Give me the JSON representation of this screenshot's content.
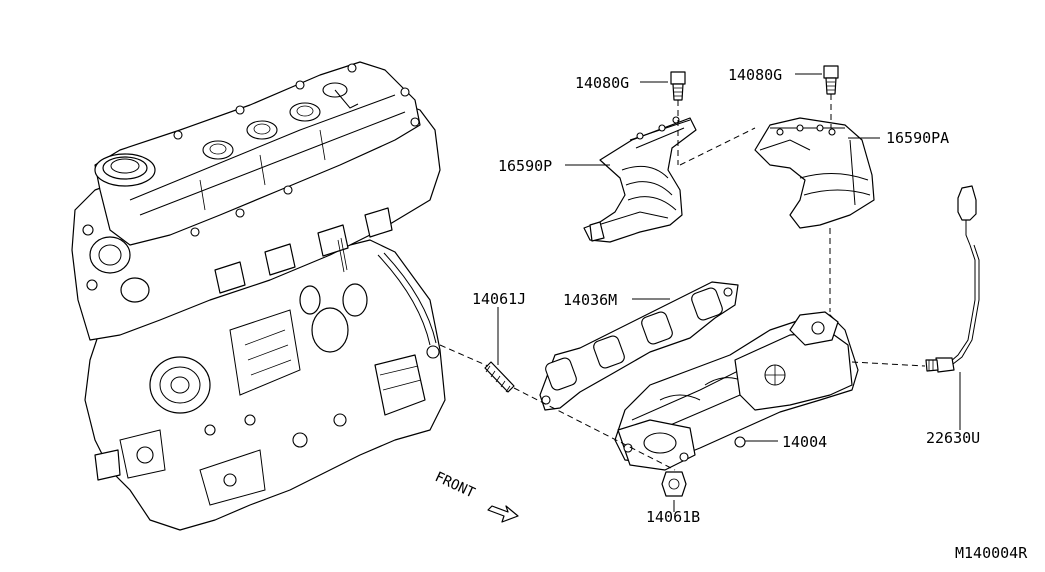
{
  "diagram": {
    "figure_ref": "M140004R",
    "front_label": "FRONT",
    "callouts": {
      "bolt_left": "14080G",
      "bolt_right": "14080G",
      "shield_left": "16590P",
      "shield_right": "16590PA",
      "stud": "14061J",
      "gasket": "14036M",
      "manifold": "14004",
      "nut": "14061B",
      "sensor": "22630U"
    },
    "colors": {
      "line": "#000000",
      "background": "#ffffff"
    }
  }
}
